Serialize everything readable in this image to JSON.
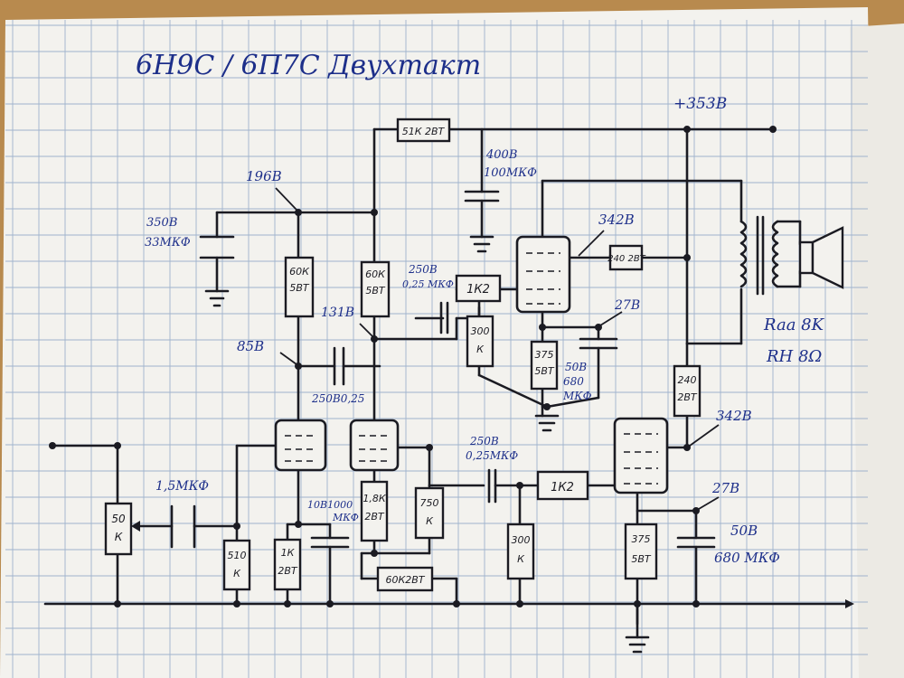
{
  "title": "6Н9С / 6П7С Двухтакт",
  "supply": {
    "hv": "+353В"
  },
  "voltages": {
    "v196": "196В",
    "v85": "85В",
    "v131": "131В",
    "v342_top": "342В",
    "v342_bot": "342В",
    "v27_top": "27В",
    "v27_bot": "27В"
  },
  "capacitors": {
    "c350_v": "350В",
    "c350_c": "33МКФ",
    "c400_v": "400В",
    "c400_c": "100МКФ",
    "c250_top_v": "250В",
    "c250_top_c": "0,25 МКФ",
    "c250_mid": "250В0,25",
    "c250_low_v": "250В",
    "c250_low_c": "0,25МКФ",
    "c_input": "1,5МКФ",
    "c_cath_v": "10В1000",
    "c_cath_c": "МКФ",
    "c50_top_v": "50В",
    "c50_top_c1": "680",
    "c50_top_c2": "МКФ",
    "c50_bot_v": "50В",
    "c50_bot_c": "680 МКФ"
  },
  "resistors": {
    "r51k": "51К 2ВТ",
    "r60k_a_1": "60К",
    "r60k_a_2": "5ВТ",
    "r60k_b_1": "60К",
    "r60k_b_2": "5ВТ",
    "r1k2_top": "1К2",
    "r1k2_bot": "1К2",
    "r300_top_1": "300",
    "r300_top_2": "К",
    "r300_bot_1": "300",
    "r300_bot_2": "К",
    "r240_top": "240 2ВТ",
    "r240_bot_1": "240",
    "r240_bot_2": "2ВТ",
    "r375_top_1": "375",
    "r375_top_2": "5ВТ",
    "r375_bot_1": "375",
    "r375_bot_2": "5ВТ",
    "r50k_1": "50",
    "r50k_2": "К",
    "r510_1": "510",
    "r510_2": "К",
    "r1k_1": "1К",
    "r1k_2": "2ВТ",
    "r18k_1": "1,8К",
    "r18k_2": "2ВТ",
    "r750_1": "750",
    "r750_2": "К",
    "r60k2": "60К2ВТ"
  },
  "transformer": {
    "raa": "Raa 8K",
    "rh": "RH 8Ω"
  },
  "colors": {
    "ink": "#1d2f8a",
    "pencil": "#1b1b22",
    "paper": "#f3f2ee",
    "grid": "#9fb2cc",
    "desk": "#b88a4e"
  }
}
